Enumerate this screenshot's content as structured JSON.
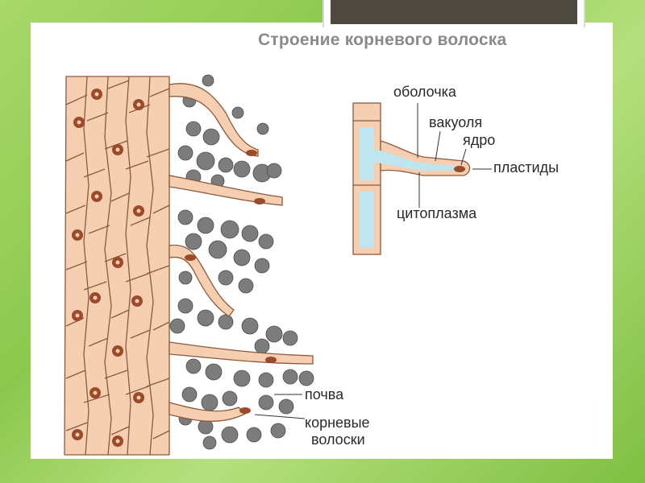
{
  "title": "Строение корневого волоска",
  "labels": {
    "membrane": "оболочка",
    "vacuole": "вакуоля",
    "nucleus": "ядро",
    "plastids": "пластиды",
    "cytoplasm": "цитоплазма",
    "soil": "почва",
    "root_hairs_line1": "корневые",
    "root_hairs_line2": "волоски"
  },
  "colors": {
    "cell_fill": "#f6cfb2",
    "cell_stroke": "#8a5a3c",
    "nucleus": "#9b4a2a",
    "vacuole": "#bfe6ee",
    "soil": "#7c7c7c"
  }
}
